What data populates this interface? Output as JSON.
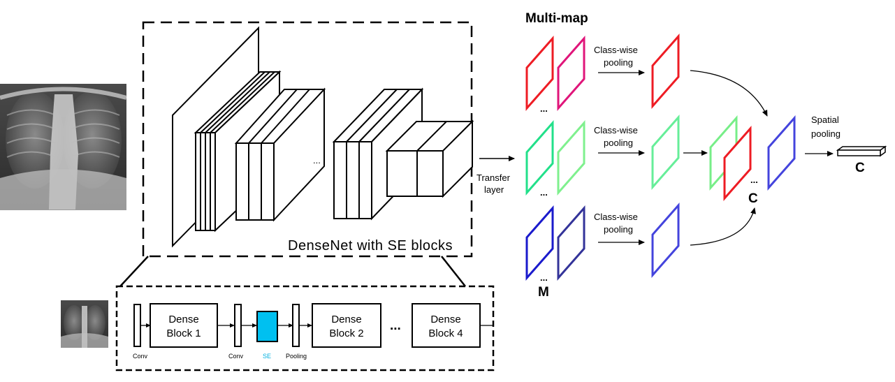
{
  "network": {
    "caption": "DenseNet with SE blocks",
    "dots": "...",
    "transfer_label_line1": "Transfer",
    "transfer_label_line2": "layer"
  },
  "pipeline": {
    "blocks": [
      {
        "line1": "Dense",
        "line2": "Block 1"
      },
      {
        "line1": "Dense",
        "line2": "Block 2"
      },
      {
        "line1": "Dense",
        "line2": "Block 4"
      }
    ],
    "labels": {
      "conv1": "Conv",
      "conv2": "Conv",
      "se": "SE",
      "pooling": "Pooling",
      "dots": "..."
    },
    "se_color": "#00c0f0"
  },
  "multimap": {
    "title": "Multi-map",
    "pool_label_line1": "Class-wise",
    "pool_label_line2": "pooling",
    "dots": "...",
    "m_label": "M",
    "c_label": "C",
    "rows": [
      {
        "colors": [
          "#ee1c24",
          "#e0157a"
        ],
        "pooled_color": "#ee1c24"
      },
      {
        "colors": [
          "#22e08a",
          "#7ff08e"
        ],
        "pooled_color": "#66ee99"
      },
      {
        "colors": [
          "#1a1acc",
          "#333399"
        ],
        "pooled_color": "#4444dd"
      }
    ],
    "stack_colors": [
      "#77ee88",
      "#ee1c24"
    ],
    "final_map_color": "#4444dd"
  },
  "spatial": {
    "label_line1": "Spatial",
    "label_line2": "pooling",
    "output_label": "C"
  }
}
